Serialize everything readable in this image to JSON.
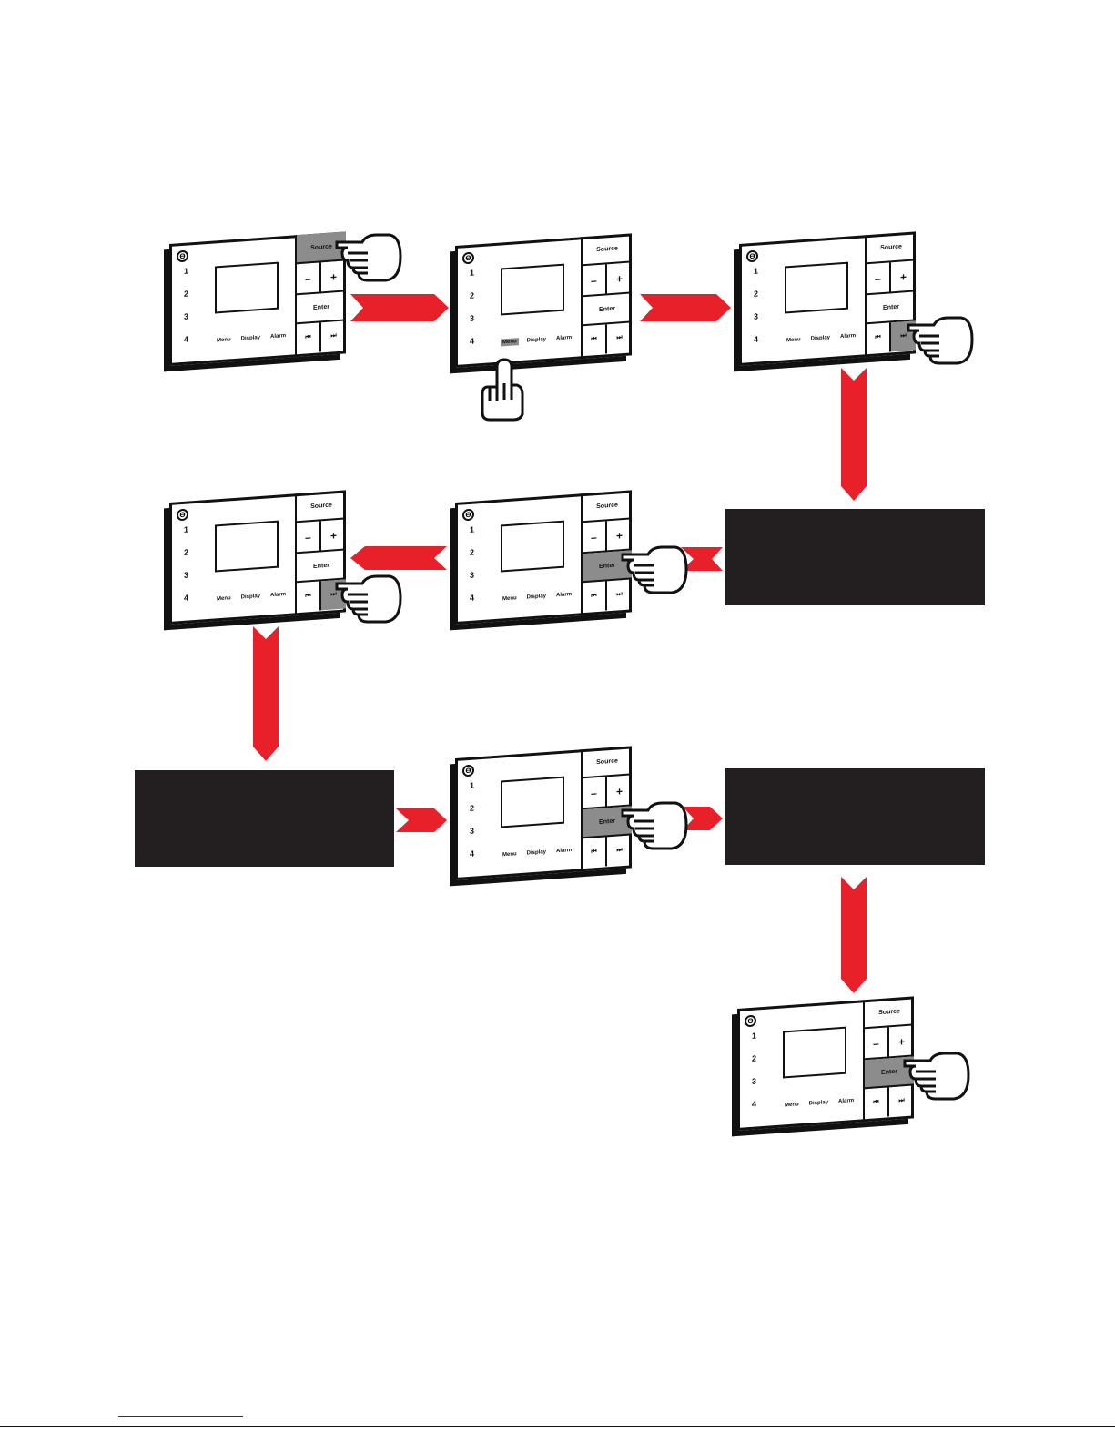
{
  "panel": {
    "presets": [
      "1",
      "2",
      "3",
      "4"
    ],
    "bottom_labels": [
      "Menu",
      "Display",
      "Alarm"
    ],
    "source": "Source",
    "minus": "–",
    "plus": "+",
    "enter": "Enter",
    "prev": "⏮",
    "next": "⏭",
    "logo": "ϴ"
  },
  "steps": [
    {
      "highlight": "source"
    },
    {
      "highlight": "menu"
    },
    {
      "highlight": "next"
    },
    {
      "highlight": "enter"
    },
    {
      "highlight": "next"
    },
    {
      "highlight": "enter"
    },
    {
      "highlight": "enter"
    }
  ],
  "colors": {
    "arrow": "#e8202a",
    "box": "#231f20",
    "highlight": "#8c8c8c"
  }
}
